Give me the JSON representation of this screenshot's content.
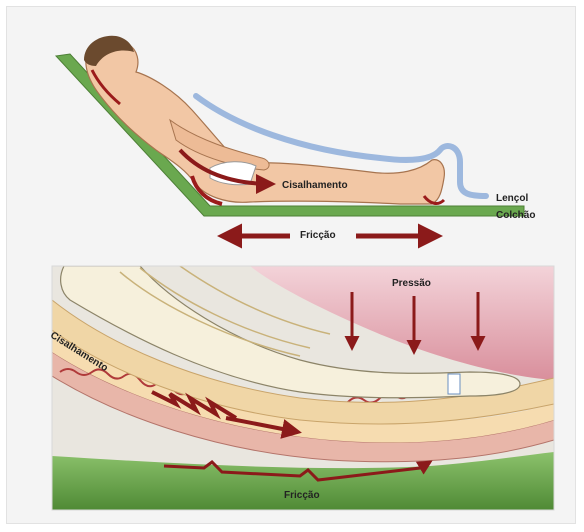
{
  "top_figure": {
    "shear_label": "Cisalhamento",
    "sheet_label": "Lençol",
    "mattress_label": "Colchão",
    "friction_label": "Fricção"
  },
  "bottom_figure": {
    "pressure_label": "Pressão",
    "shear_label": "Cisalhamento",
    "friction_label": "Fricção"
  },
  "colors": {
    "mattress_green": "#6aa84f",
    "sheet_blue": "#9db8de",
    "force_arrow_red": "#8b1a1a",
    "skin": "#f2c7a5",
    "pressure_pink": "#e8b4bd"
  }
}
